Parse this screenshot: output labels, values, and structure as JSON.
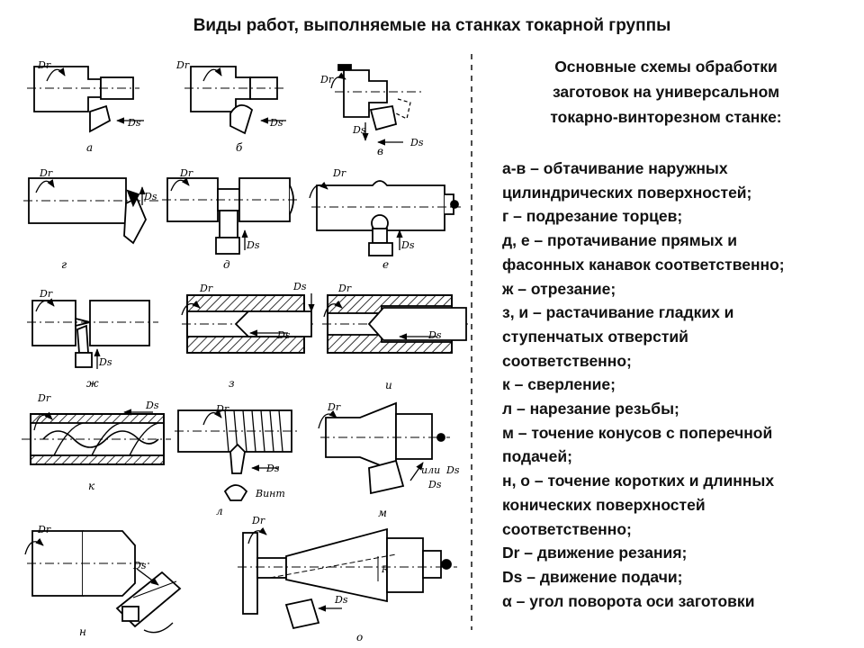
{
  "title": "Виды работ, выполняемые на станках токарной группы",
  "subtitle": [
    "Основные схемы обработки",
    "заготовок на универсальном",
    "токарно-винторезном станке:"
  ],
  "legend": [
    "а-в – обтачивание наружных",
    "цилиндрических поверхностей;",
    "г – подрезание торцев;",
    "д, е – протачивание прямых и",
    "фасонных канавок соответственно;",
    "ж – отрезание;",
    "з, и – растачивание гладких и",
    "ступенчатых отверстий",
    "соответственно;",
    "к – сверление;",
    "л – нарезание резьбы;",
    "м – точение конусов с поперечной",
    "подачей;",
    "н, о – точение коротких и длинных",
    "конических поверхностей",
    "соответственно;",
    "Dr – движение резания;",
    "Ds – движение подачи;",
    "α – угол поворота оси заготовки"
  ],
  "figures": {
    "a": {
      "letter": "а"
    },
    "b": {
      "letter": "б"
    },
    "v": {
      "letter": "в"
    },
    "g": {
      "letter": "г"
    },
    "d": {
      "letter": "д"
    },
    "e": {
      "letter": "е"
    },
    "zh": {
      "letter": "ж"
    },
    "z": {
      "letter": "з"
    },
    "i": {
      "letter": "и"
    },
    "k": {
      "letter": "к"
    },
    "l": {
      "letter": "л",
      "note": "Винт"
    },
    "m": {
      "letter": "м",
      "note": "или"
    },
    "n": {
      "letter": "н"
    },
    "o": {
      "letter": "о"
    },
    "r_label": "R"
  },
  "motion_labels": {
    "dr": "Dr",
    "ds": "Ds"
  }
}
